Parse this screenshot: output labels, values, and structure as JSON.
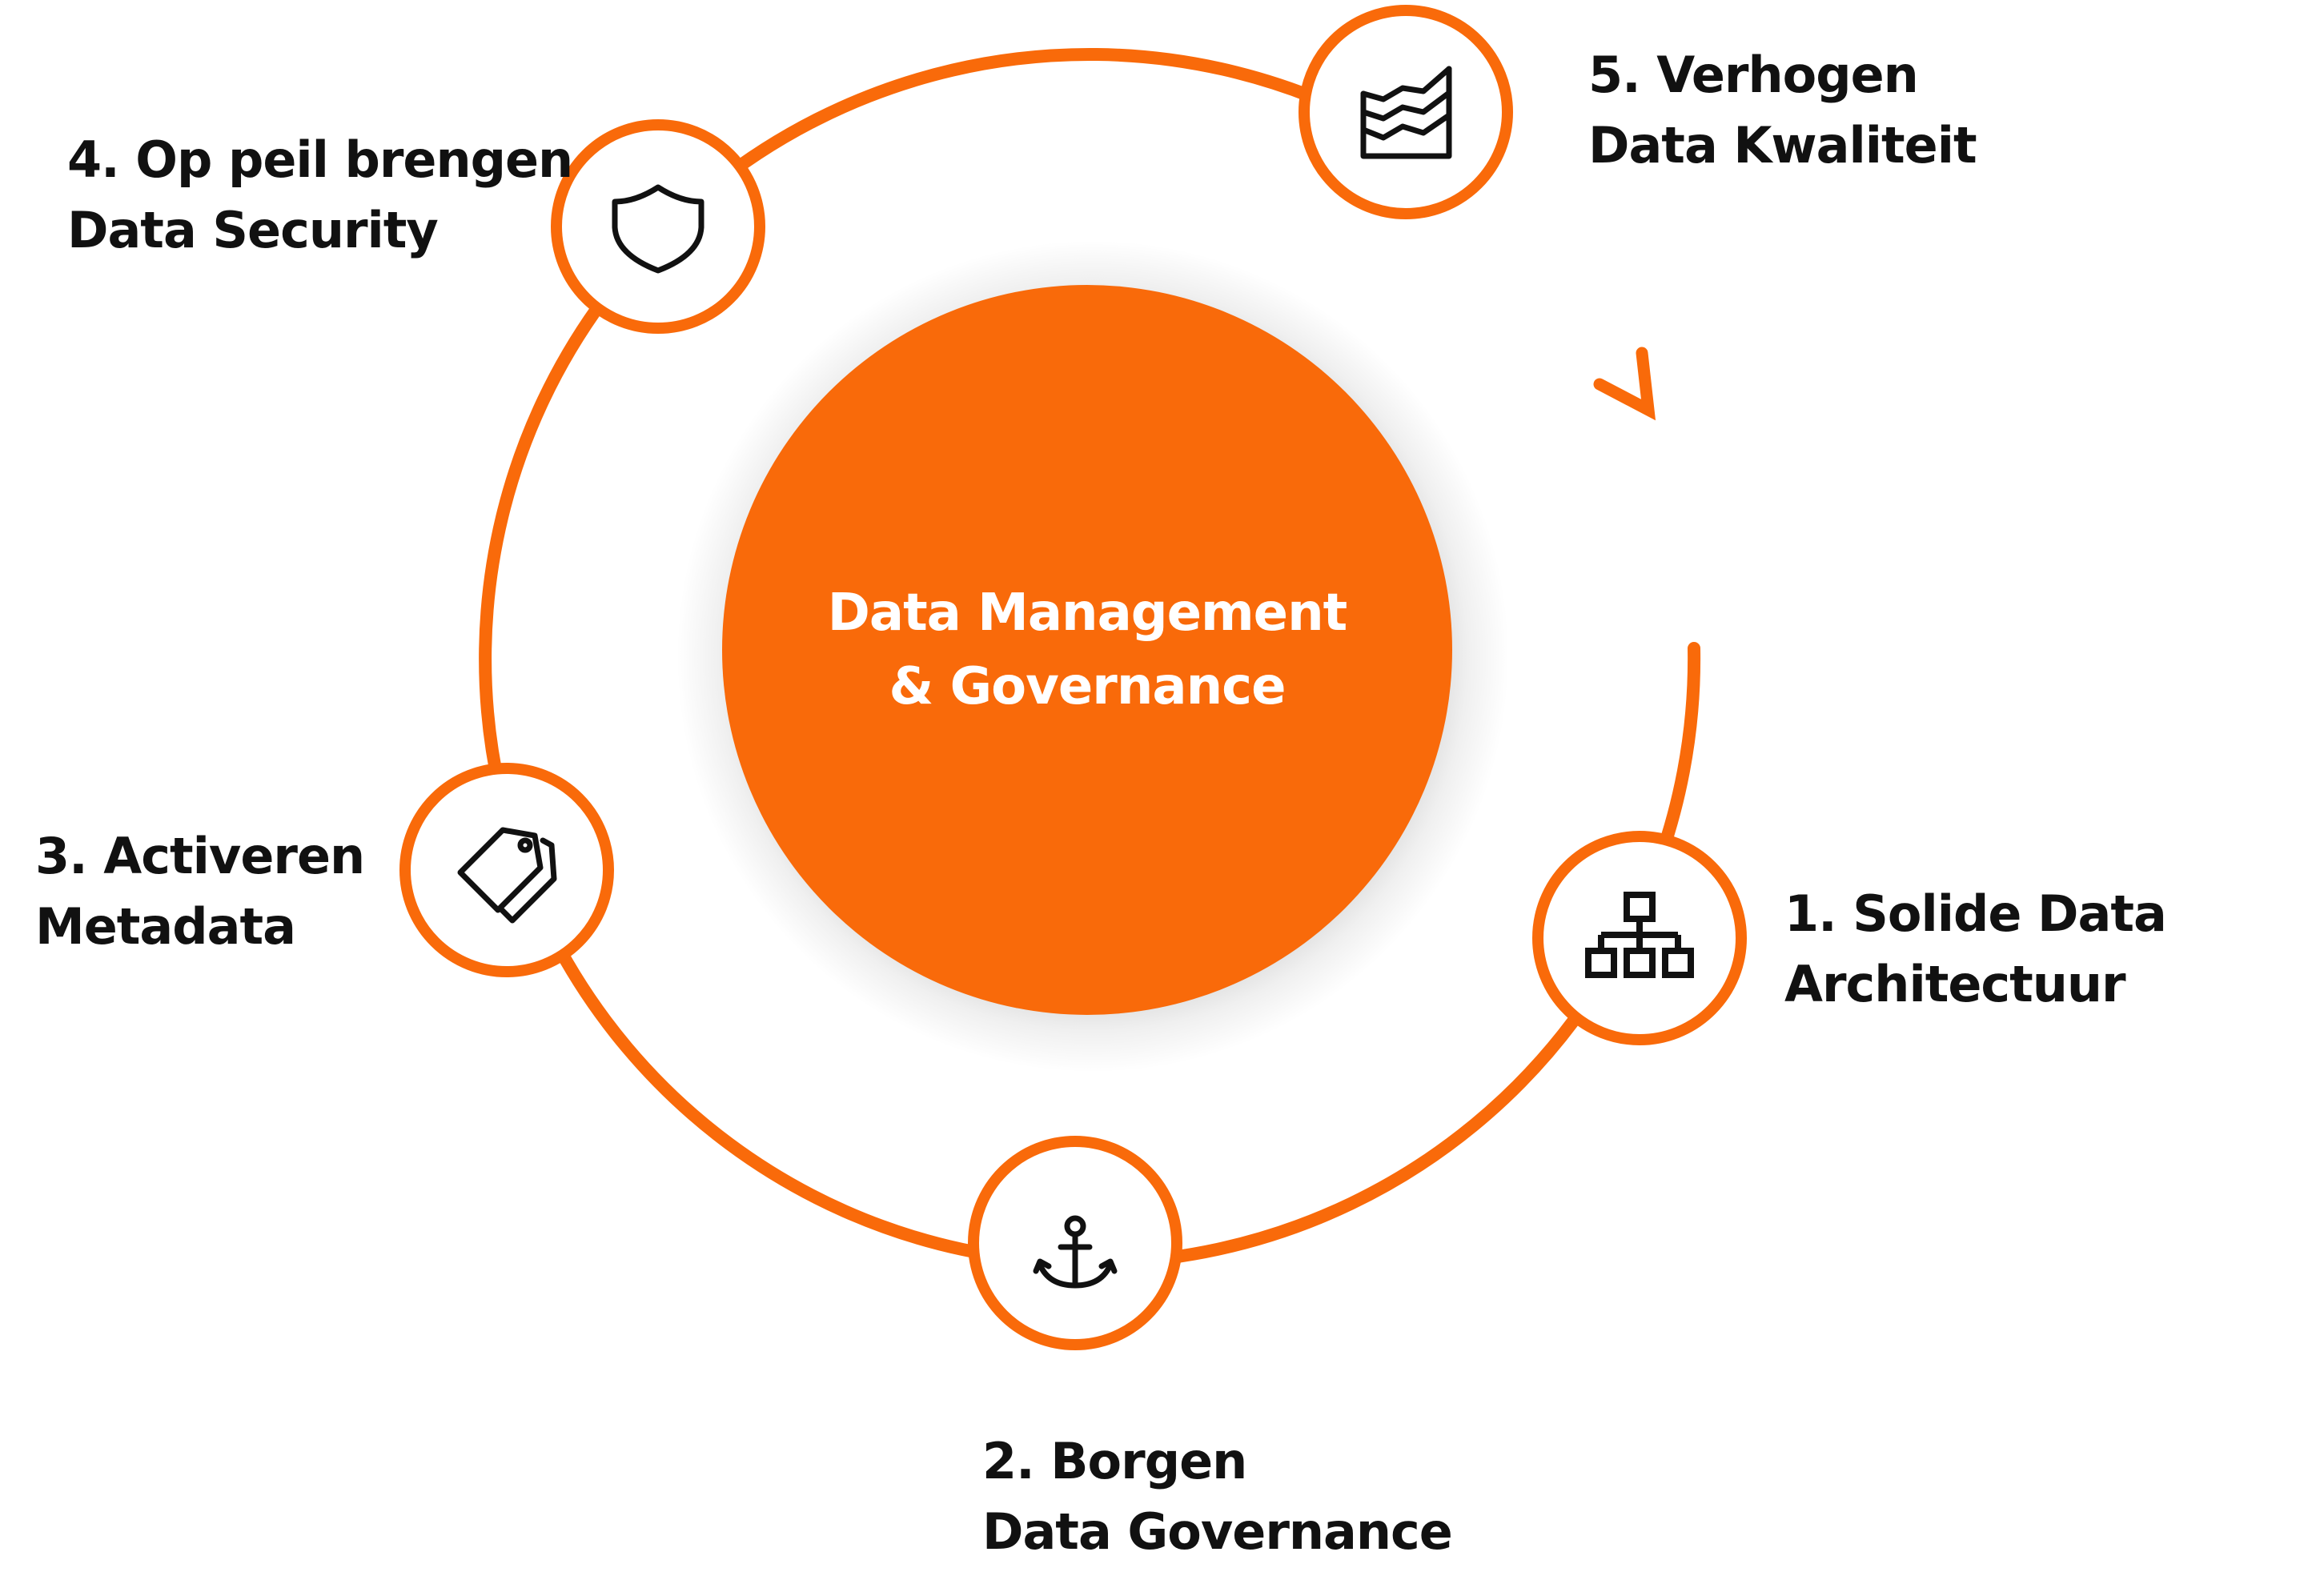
{
  "colors": {
    "accent": "#F96A0A",
    "text": "#111111",
    "center_text": "#FFFFFF",
    "background": "#FFFFFF"
  },
  "center": {
    "line1": "Data Management",
    "line2": "& Governance"
  },
  "steps": [
    {
      "line1": "1. Solide Data",
      "line2": "Architectuur",
      "icon": "sitemap-icon"
    },
    {
      "line1": "2. Borgen",
      "line2": "Data Governance",
      "icon": "anchor-icon"
    },
    {
      "line1": "3. Activeren",
      "line2": "Metadata",
      "icon": "tags-icon"
    },
    {
      "line1": "4. Op peil brengen",
      "line2": "Data Security",
      "icon": "shield-icon"
    },
    {
      "line1": "5. Verhogen",
      "line2": "Data Kwaliteit",
      "icon": "quality-chart-icon"
    }
  ]
}
